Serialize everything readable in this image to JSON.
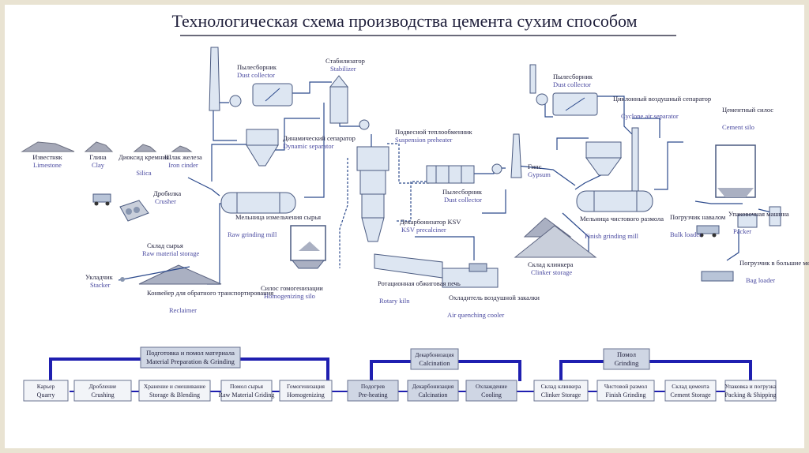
{
  "title": "Технологическая схема производства цемента сухим способом",
  "colors": {
    "line": "#2c4a8c",
    "equip": "#8aa8d0",
    "equip_fill": "#dde6f2",
    "flow": "#1f1fb0",
    "box": "#cfd6e4"
  },
  "labels": {
    "limestone": {
      "ru": "Известняк",
      "en": "Limestone"
    },
    "clay": {
      "ru": "Глина",
      "en": "Clay"
    },
    "silica": {
      "ru": "Диоксид кремния",
      "en": "Silica"
    },
    "iron": {
      "ru": "Шлак железа",
      "en": "Iron cinder"
    },
    "crusher": {
      "ru": "Дробилка",
      "en": "Crusher"
    },
    "raw_storage": {
      "ru": "Склад сырья",
      "en": "Raw material storage"
    },
    "stacker": {
      "ru": "Укладчик",
      "en": "Stacker"
    },
    "reclaimer": {
      "ru": "Конвейер для обратного транспортирования",
      "en": "Reclaimer"
    },
    "dust1": {
      "ru": "Пылесборник",
      "en": "Dust collector"
    },
    "stabilizer": {
      "ru": "Стабилизатор",
      "en": "Stabilizer"
    },
    "dyn_sep": {
      "ru": "Динамический сепаратор",
      "en": "Dynamic separator"
    },
    "raw_mill": {
      "ru": "Мельница измельчения сырья",
      "en": "Raw grinding mill"
    },
    "homo_silo": {
      "ru": "Силос гомогенизации",
      "en": "Homogenizing silo"
    },
    "preheater": {
      "ru": "Подвесной теплообменник",
      "en": "Suspension preheater"
    },
    "dust2": {
      "ru": "Пылесборник",
      "en": "Dust collector"
    },
    "precalciner": {
      "ru": "Декарбонизатор KSV",
      "en": "KSV precalciner"
    },
    "kiln": {
      "ru": "Ротационная обжиговая печь",
      "en": "Rotary kiln"
    },
    "cooler": {
      "ru": "Охладитель воздушной закалки",
      "en": "Air quenching cooler"
    },
    "dust3": {
      "ru": "Пылесборник",
      "en": "Dust collector"
    },
    "cyclone": {
      "ru": "Циклонный воздушный сепаратор",
      "en": "Cyclone air separator"
    },
    "cement_silo": {
      "ru": "Цементный силос",
      "en": "Cement silo"
    },
    "gypsum": {
      "ru": "Гипс",
      "en": "Gypsum"
    },
    "clinker": {
      "ru": "Склад клинкера",
      "en": "Clinker storage"
    },
    "finish_mill": {
      "ru": "Мельница чистового размола",
      "en": "Finish grinding mill"
    },
    "bulk": {
      "ru": "Погрузчик навалом",
      "en": "Bulk loader"
    },
    "packer": {
      "ru": "Упаковочная машина",
      "en": "Packer"
    },
    "bag_loader": {
      "ru": "Погрузчик в большие мешки",
      "en": "Bag loader"
    }
  },
  "process": {
    "steps": [
      {
        "ru": "Карьер",
        "en": "Quarry"
      },
      {
        "ru": "Дробление",
        "en": "Crushing"
      },
      {
        "ru": "Хранение и смешивание",
        "en": "Storage & Blending"
      },
      {
        "ru": "Помол сырья",
        "en": "Raw Material Griding"
      },
      {
        "ru": "Гомогенизация",
        "en": "Homogenizing"
      },
      {
        "ru": "Подогрев",
        "en": "Pre-heating"
      },
      {
        "ru": "Декарбонизация",
        "en": "Calcination"
      },
      {
        "ru": "Охлаждение",
        "en": "Cooling"
      },
      {
        "ru": "Склад клинкера",
        "en": "Clinker Storage"
      },
      {
        "ru": "Чистовой размол",
        "en": "Finish Grinding"
      },
      {
        "ru": "Склад цемента",
        "en": "Cement Storage"
      },
      {
        "ru": "Упаковка и погрузка",
        "en": "Packing & Shipping"
      }
    ],
    "groups": [
      {
        "ru": "Подготовка и помол материала",
        "en": "Material Preparation & Grinding"
      },
      {
        "ru": "Декарбонизация",
        "en": "Calcination"
      },
      {
        "ru": "Помол",
        "en": "Grinding"
      }
    ]
  }
}
